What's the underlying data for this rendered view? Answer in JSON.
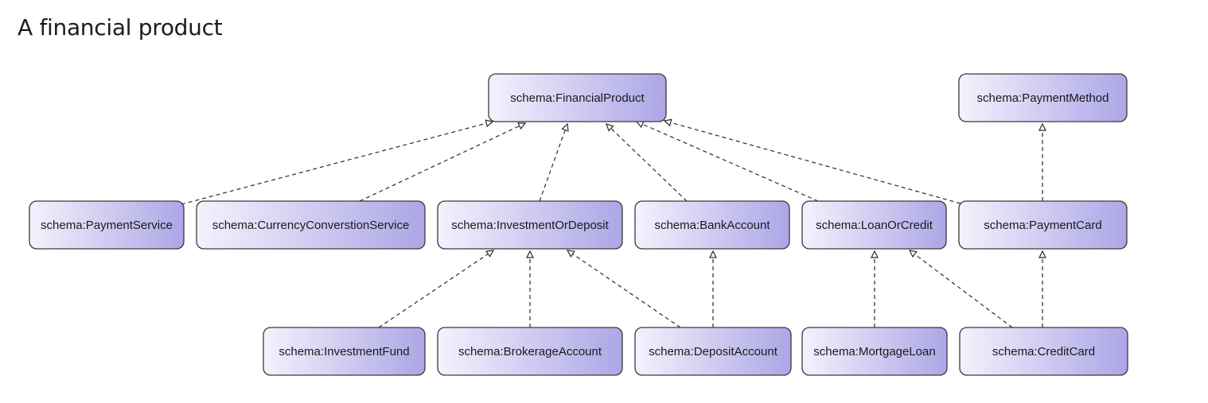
{
  "title": "A financial product",
  "nodes": {
    "financial_product": "schema:FinancialProduct",
    "payment_method": "schema:PaymentMethod",
    "payment_service": "schema:PaymentService",
    "currency_conversion_service": "schema:CurrencyConverstionService",
    "investment_or_deposit": "schema:InvestmentOrDeposit",
    "bank_account": "schema:BankAccount",
    "loan_or_credit": "schema:LoanOrCredit",
    "payment_card": "schema:PaymentCard",
    "investment_fund": "schema:InvestmentFund",
    "brokerage_account": "schema:BrokerageAccount",
    "deposit_account": "schema:DepositAccount",
    "mortgage_loan": "schema:MortgageLoan",
    "credit_card": "schema:CreditCard"
  },
  "edges": [
    {
      "from": "payment_service",
      "to": "financial_product"
    },
    {
      "from": "currency_conversion_service",
      "to": "financial_product"
    },
    {
      "from": "investment_or_deposit",
      "to": "financial_product"
    },
    {
      "from": "bank_account",
      "to": "financial_product"
    },
    {
      "from": "loan_or_credit",
      "to": "financial_product"
    },
    {
      "from": "payment_card",
      "to": "financial_product"
    },
    {
      "from": "payment_card",
      "to": "payment_method"
    },
    {
      "from": "investment_fund",
      "to": "investment_or_deposit"
    },
    {
      "from": "brokerage_account",
      "to": "investment_or_deposit"
    },
    {
      "from": "deposit_account",
      "to": "investment_or_deposit"
    },
    {
      "from": "deposit_account",
      "to": "bank_account"
    },
    {
      "from": "mortgage_loan",
      "to": "loan_or_credit"
    },
    {
      "from": "credit_card",
      "to": "loan_or_credit"
    },
    {
      "from": "credit_card",
      "to": "payment_card"
    }
  ],
  "colors": {
    "node_fill_light": "#f4f2fd",
    "node_fill_dark": "#aca6e6",
    "node_border": "#3a3a3a",
    "edge": "#2b2b2b"
  }
}
